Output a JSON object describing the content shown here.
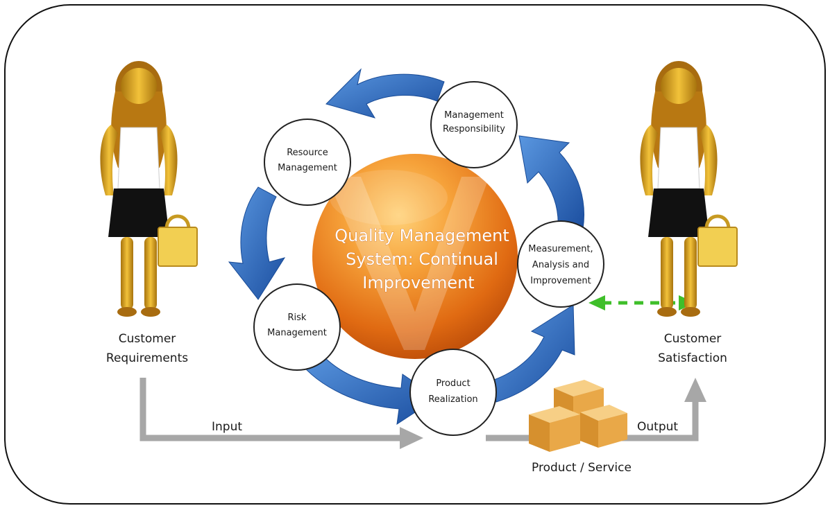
{
  "center": {
    "line1": "Quality Management",
    "line2": "System: Continual",
    "line3": "Improvement"
  },
  "nodes": {
    "management_responsibility": [
      "Management",
      "Responsibility"
    ],
    "resource_management": [
      "Resource",
      "Management"
    ],
    "measurement": [
      "Measurement,",
      "Analysis and",
      "Improvement"
    ],
    "risk_management": [
      "Risk",
      "Management"
    ],
    "product_realization": [
      "Product",
      "Realization"
    ]
  },
  "left_customer": {
    "line1": "Customer",
    "line2": "Requirements"
  },
  "right_customer": {
    "line1": "Customer",
    "line2": "Satisfaction"
  },
  "flow": {
    "input": "Input",
    "output": "Output",
    "product": "Product / Service"
  },
  "colors": {
    "cycle_arrow": "#2f6fc4",
    "core_orange": "#e8781a",
    "flow_gray": "#a7a7a7",
    "dashed_green": "#3fbf2a",
    "box": "#e8a64a"
  }
}
